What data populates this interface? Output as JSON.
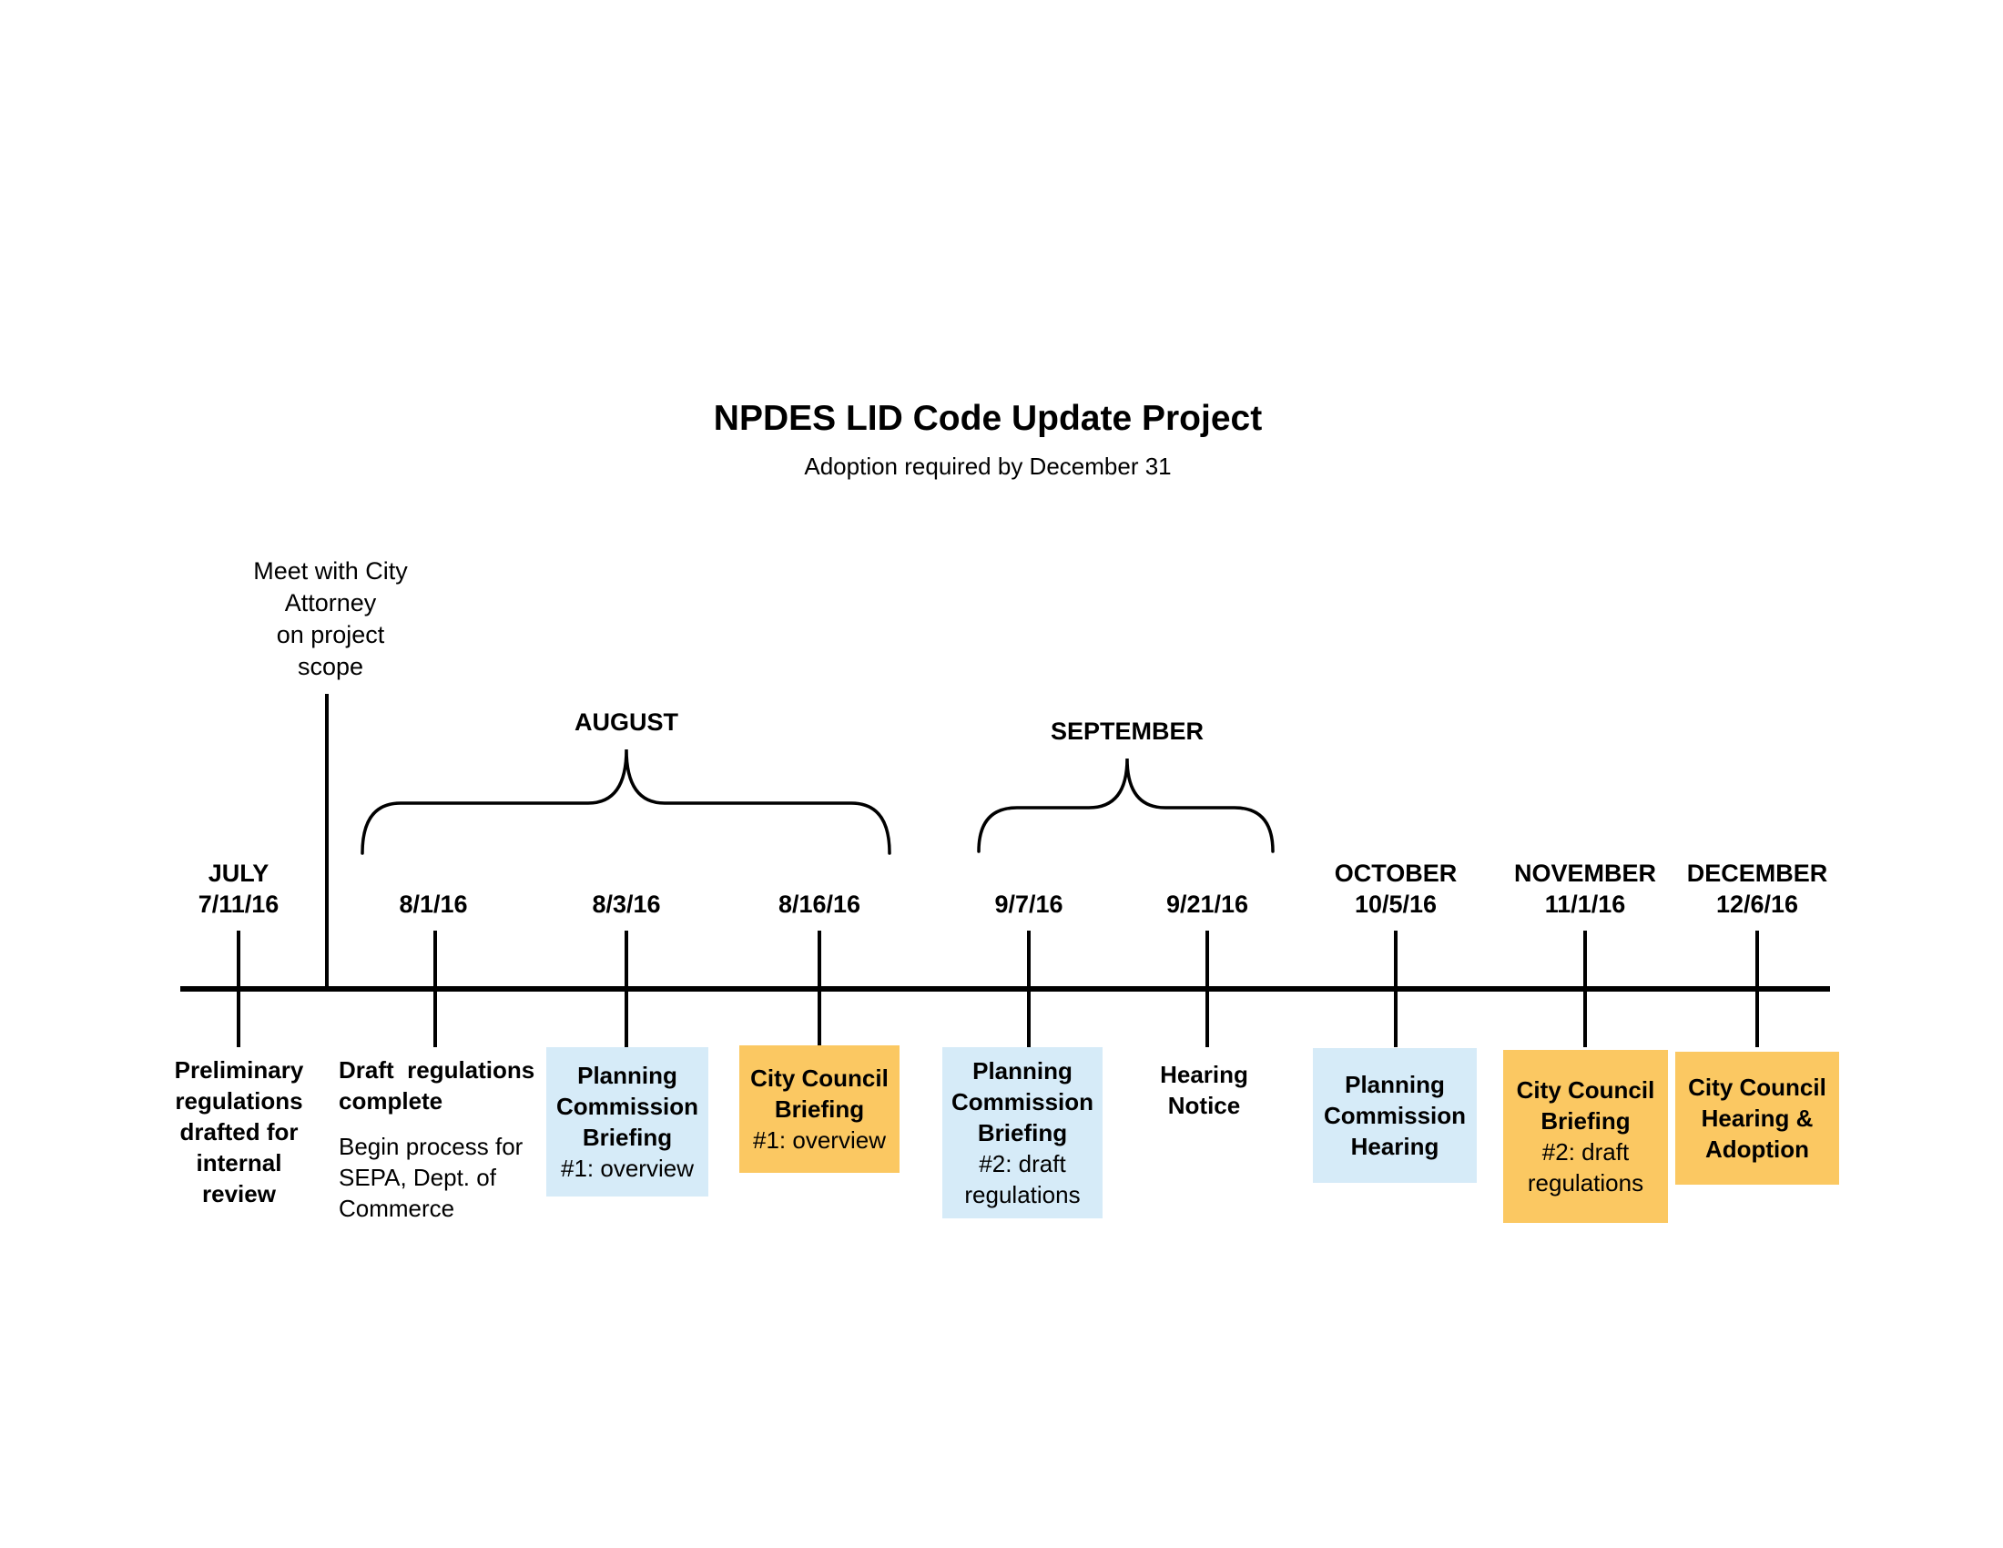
{
  "title": "NPDES LID Code Update Project",
  "subtitle": "Adoption required by December 31",
  "colors": {
    "event_blue": "#d6ebf8",
    "event_orange": "#fbc862",
    "line_black": "#000000"
  },
  "note_meet_attorney": {
    "lines": [
      "Meet with City",
      "Attorney",
      "on project",
      "scope"
    ]
  },
  "brackets": {
    "august": {
      "label": "AUGUST"
    },
    "september": {
      "label": "SEPTEMBER"
    }
  },
  "axis_labels": [
    {
      "month": "JULY",
      "date": "7/11/16"
    },
    {
      "date": "8/1/16"
    },
    {
      "date": "8/3/16"
    },
    {
      "date": "8/16/16"
    },
    {
      "date": "9/7/16"
    },
    {
      "date": "9/21/16"
    },
    {
      "month": "OCTOBER",
      "date": "10/5/16"
    },
    {
      "month": "NOVEMBER",
      "date": "11/1/16"
    },
    {
      "month": "DECEMBER",
      "date": "12/6/16"
    }
  ],
  "events": {
    "preliminary": {
      "bold_lines": [
        "Preliminary",
        "regulations",
        "drafted for",
        "internal",
        "review"
      ]
    },
    "draft_complete": {
      "bold_lines": [
        "Draft  regulations",
        "complete"
      ],
      "lines": [
        "Begin process for",
        "SEPA, Dept. of",
        "Commerce"
      ]
    },
    "pc_briefing_1": {
      "bold_lines": [
        "Planning",
        "Commission",
        "Briefing"
      ],
      "lines": [
        "#1: overview"
      ]
    },
    "cc_briefing_1": {
      "bold_lines": [
        "City Council",
        "Briefing"
      ],
      "lines": [
        "#1: overview"
      ]
    },
    "pc_briefing_2": {
      "bold_lines": [
        "Planning",
        "Commission",
        "Briefing"
      ],
      "lines": [
        "#2: draft",
        "regulations"
      ]
    },
    "hearing_notice": {
      "bold_lines": [
        "Hearing",
        "Notice"
      ]
    },
    "pc_hearing": {
      "bold_lines": [
        "Planning",
        "Commission",
        "Hearing"
      ]
    },
    "cc_briefing_2": {
      "bold_lines": [
        "City Council",
        "Briefing"
      ],
      "lines": [
        "#2: draft",
        "regulations"
      ]
    },
    "cc_hearing_adoption": {
      "bold_lines": [
        "City Council",
        "Hearing &",
        "Adoption"
      ]
    }
  }
}
